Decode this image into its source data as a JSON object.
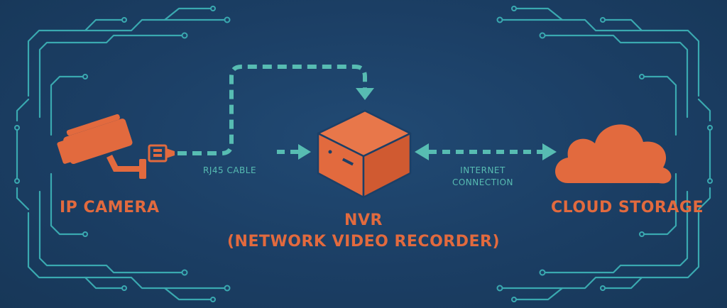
{
  "nodes": {
    "camera": {
      "label": "IP CAMERA"
    },
    "nvr": {
      "label": "NVR",
      "sublabel": "(NETWORK VIDEO RECORDER)"
    },
    "cloud": {
      "label": "CLOUD STORAGE"
    }
  },
  "connections": {
    "cable": {
      "label": "RJ45 CABLE"
    },
    "internet": {
      "label_line1": "INTERNET",
      "label_line2": "CONNECTION"
    }
  },
  "colors": {
    "background": "#1c3f66",
    "accent_orange": "#e26a3e",
    "accent_teal": "#57bcb2"
  },
  "icons": {
    "camera": "cctv-camera-icon",
    "connector": "rj45-connector-icon",
    "nvr": "box-icon",
    "cloud": "cloud-icon"
  }
}
